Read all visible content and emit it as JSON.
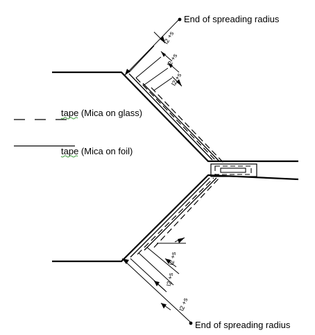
{
  "labels": {
    "end_top": "End of spreading radius",
    "end_bottom": "End of spreading radius",
    "tape_word_1": "tape",
    "tape_mica_glass": " (Mica on glass)",
    "tape_word_2": "tape",
    "tape_mica_foil": " (Mica on foil)"
  },
  "dimensions": {
    "upper": [
      "l2 +s",
      "l2 +s",
      "l2 +s"
    ],
    "lower": [
      "l2 +s",
      "l2 +s",
      "l2 +s"
    ]
  }
}
